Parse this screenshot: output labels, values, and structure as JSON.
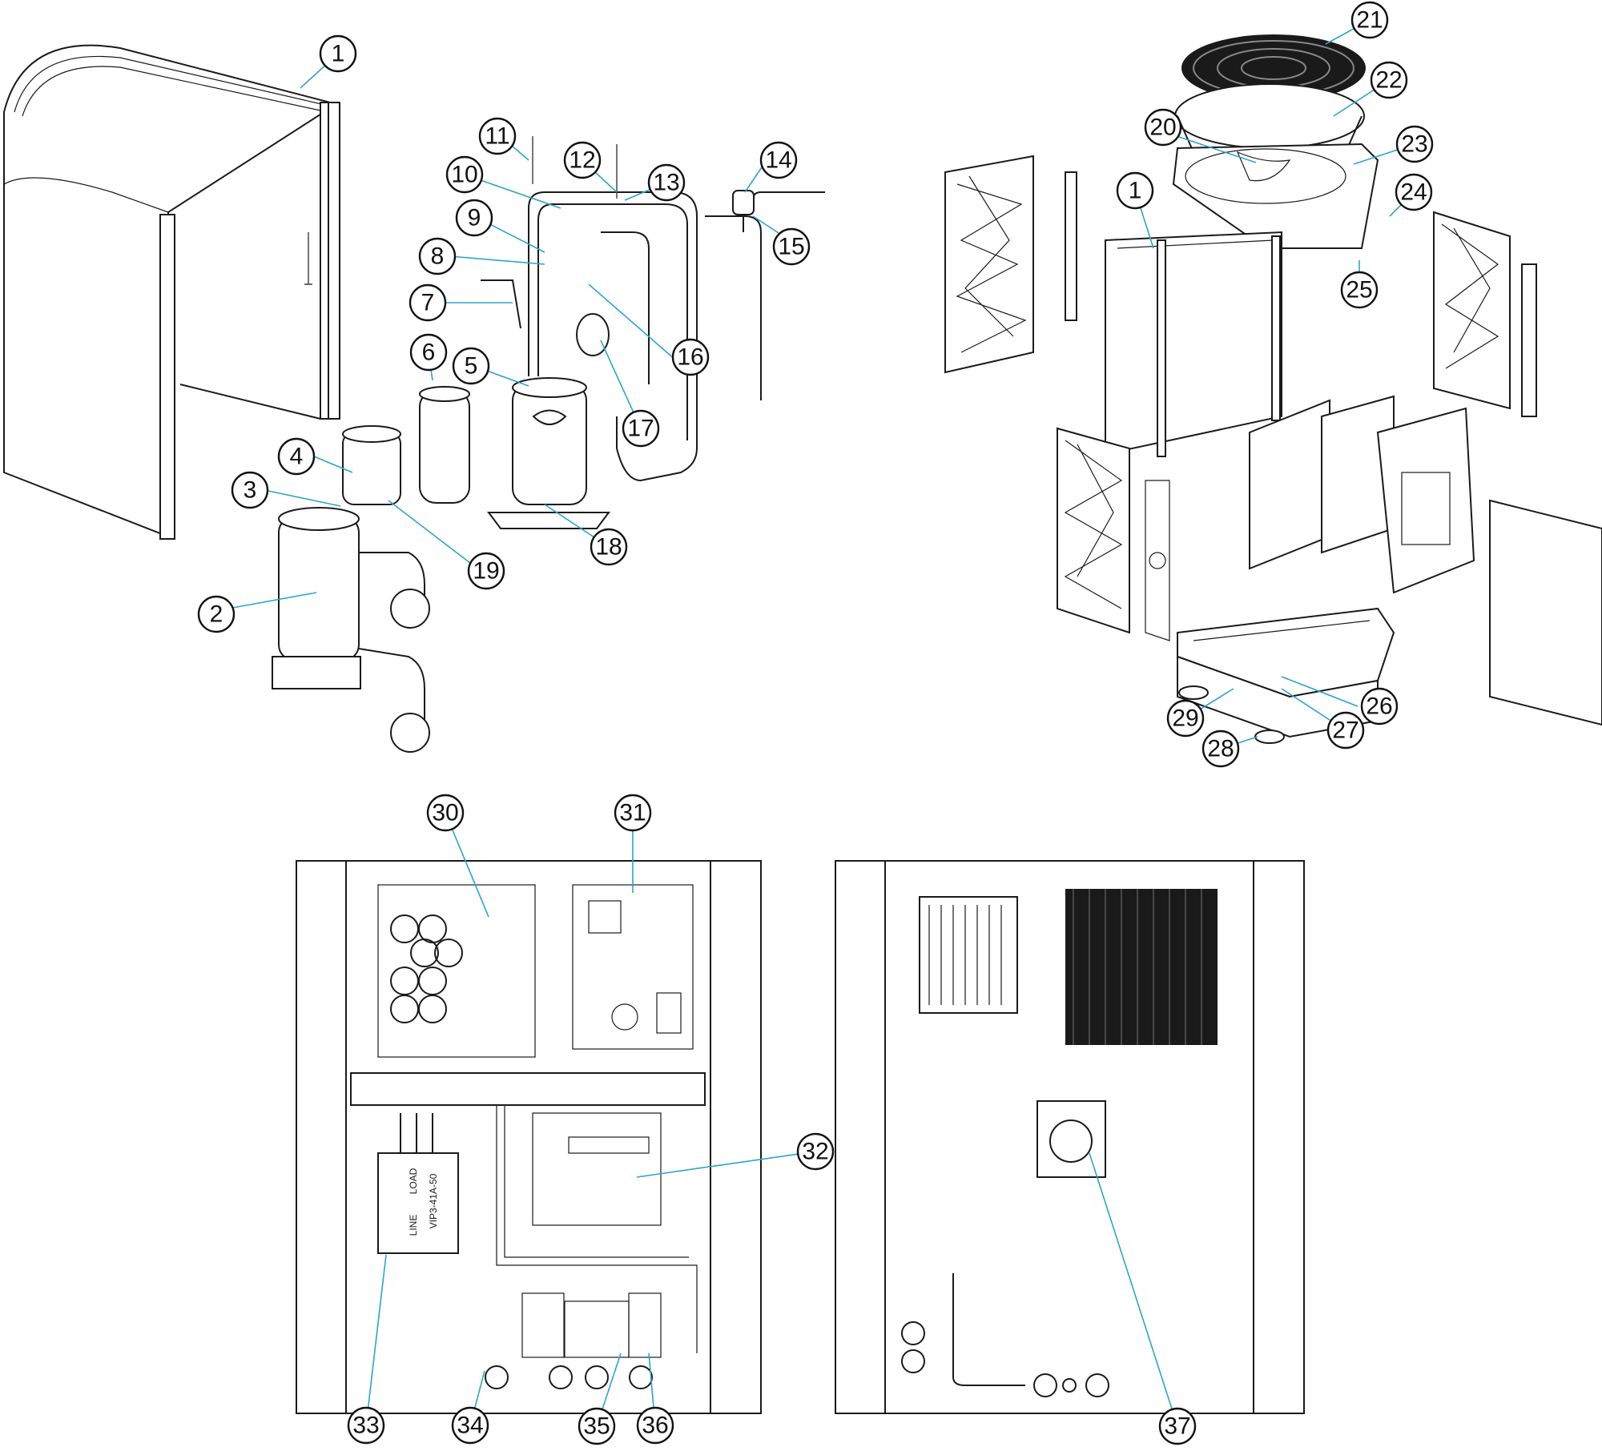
{
  "callouts": [
    {
      "label": "1"
    },
    {
      "label": "2"
    },
    {
      "label": "3"
    },
    {
      "label": "4"
    },
    {
      "label": "5"
    },
    {
      "label": "6"
    },
    {
      "label": "7"
    },
    {
      "label": "8"
    },
    {
      "label": "9"
    },
    {
      "label": "10"
    },
    {
      "label": "11"
    },
    {
      "label": "12"
    },
    {
      "label": "13"
    },
    {
      "label": "14"
    },
    {
      "label": "15"
    },
    {
      "label": "16"
    },
    {
      "label": "17"
    },
    {
      "label": "18"
    },
    {
      "label": "19"
    },
    {
      "label": "20"
    },
    {
      "label": "21"
    },
    {
      "label": "22"
    },
    {
      "label": "23"
    },
    {
      "label": "24"
    },
    {
      "label": "25"
    },
    {
      "label": "26"
    },
    {
      "label": "27"
    },
    {
      "label": "28"
    },
    {
      "label": "29"
    },
    {
      "label": "1"
    },
    {
      "label": "30"
    },
    {
      "label": "31"
    },
    {
      "label": "32"
    },
    {
      "label": "33"
    },
    {
      "label": "34"
    },
    {
      "label": "35"
    },
    {
      "label": "36"
    },
    {
      "label": "37"
    }
  ],
  "filter_label": "VIP3-41A-50",
  "filter_load": "LOAD",
  "filter_line": "LINE"
}
